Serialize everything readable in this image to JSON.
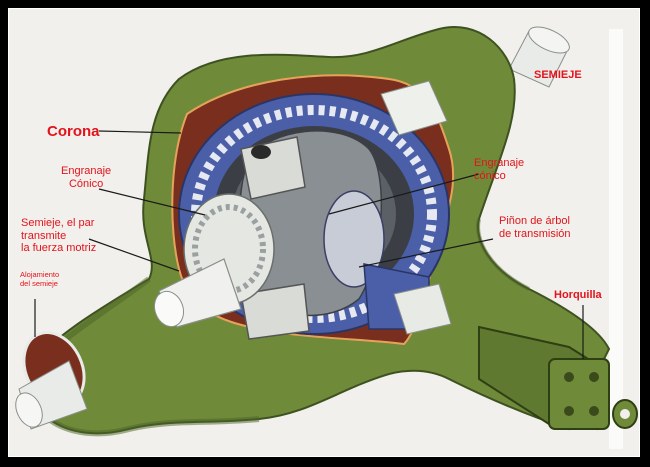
{
  "labels": {
    "semieje": "SEMIEJE",
    "corona": "Corona",
    "engranaje_conico_left_1": "Engranaje",
    "engranaje_conico_left_2": "Cónico",
    "engranaje_conico_right_1": "Engranaje",
    "engranaje_conico_right_2": "cónico",
    "semieje_par_1": "Semieje, el par",
    "semieje_par_2": "transmite",
    "semieje_par_3": "la fuerza motriz",
    "pinon_1": "Piñon de árbol",
    "pinon_2": "de transmisión",
    "alojamiento_1": "Alojamiento",
    "alojamiento_2": "del semieje",
    "horquilla": "Horquilla"
  },
  "colors": {
    "housing_green": "#6f8b3a",
    "ring_gear_blue": "#4a5fa8",
    "case_dark_red": "#7a2f1e",
    "label_red": "#e3131b"
  }
}
